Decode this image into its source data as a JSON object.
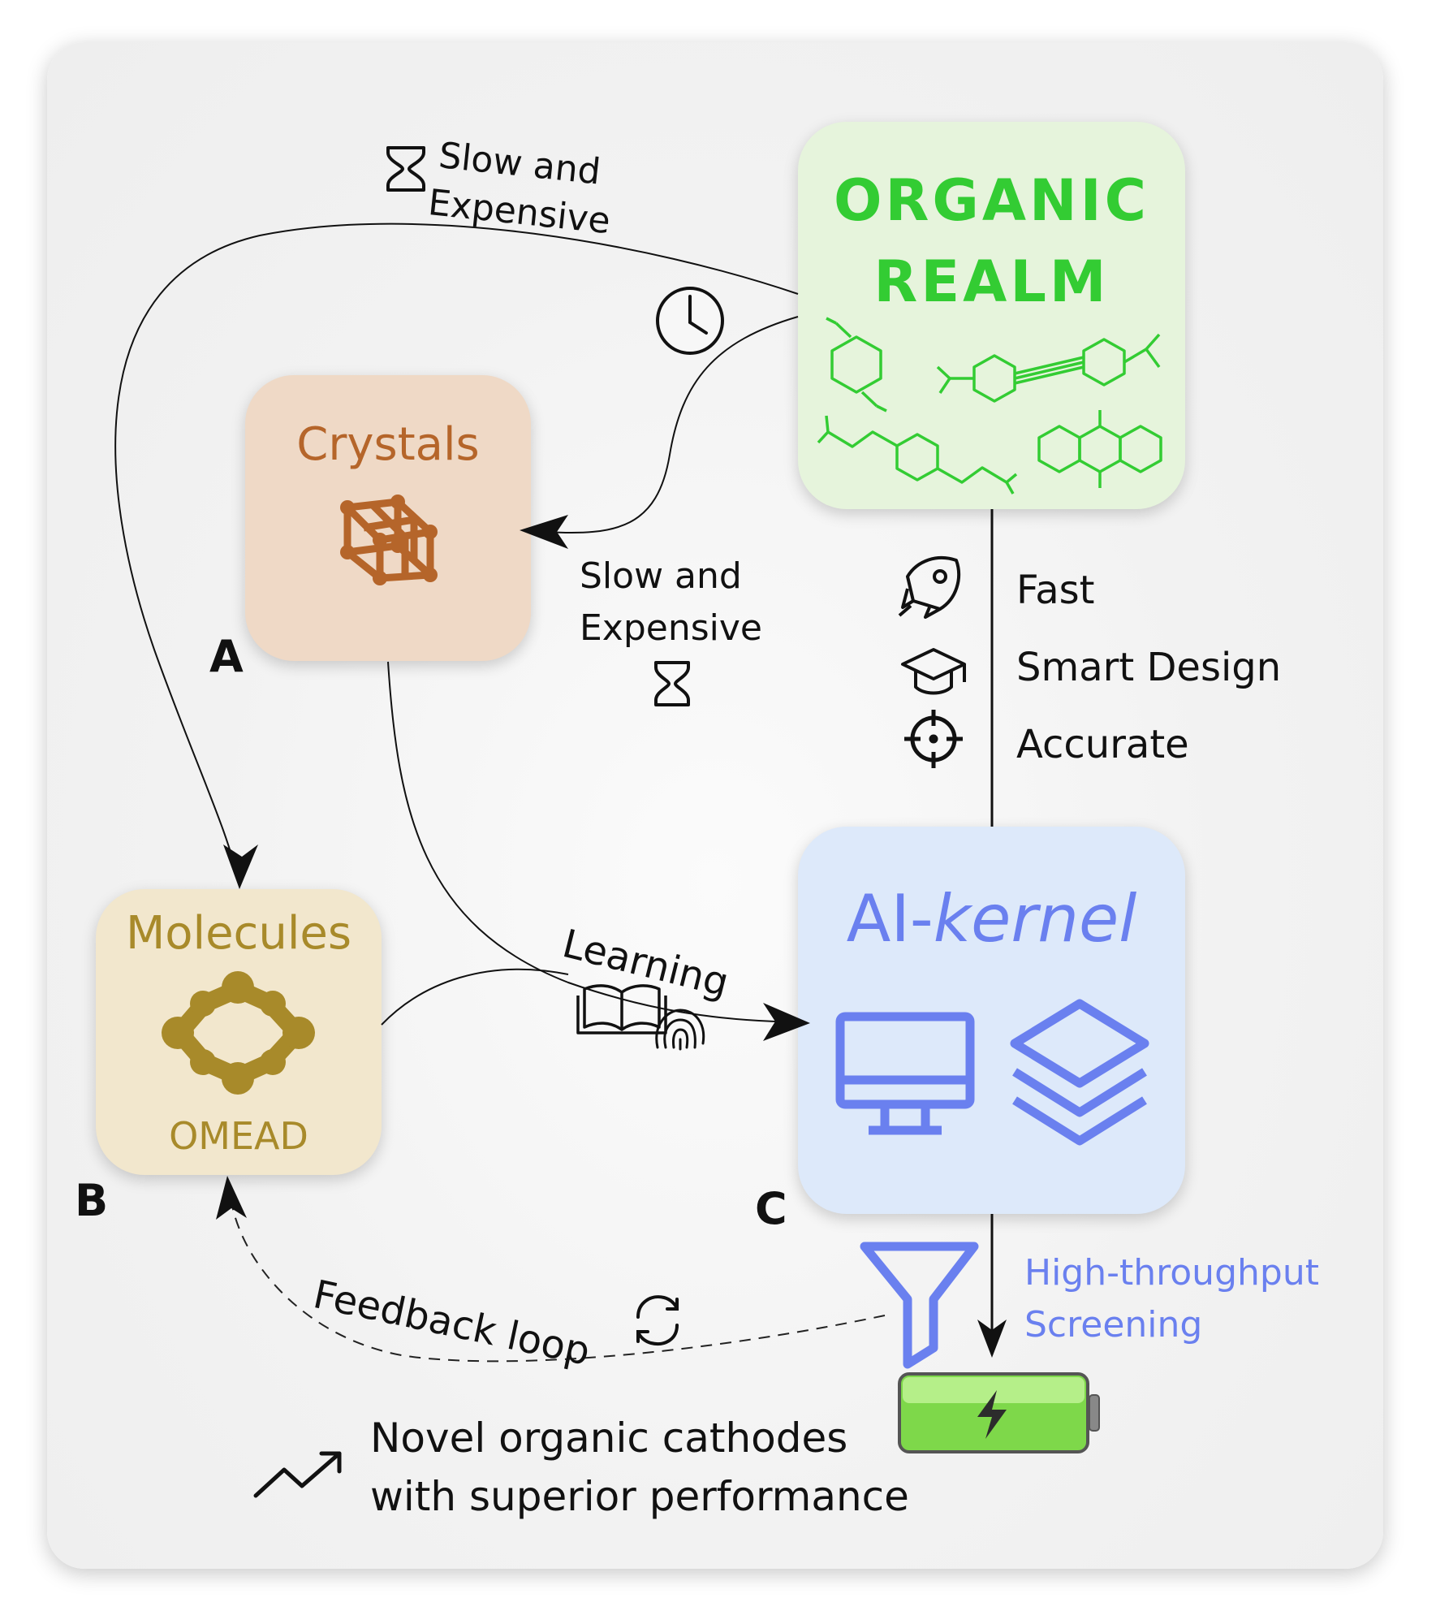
{
  "organic_realm": {
    "line1": "ORGANIC",
    "line2": "REALM"
  },
  "crystals": {
    "label": "Crystals",
    "tag": "A"
  },
  "molecules": {
    "label": "Molecules",
    "dataset": "OMEAD",
    "tag": "B"
  },
  "ai_kernel": {
    "prefix": "AI-",
    "italic": "kernel",
    "tag": "C"
  },
  "arrows": {
    "to_molecules": {
      "line1": "Slow and",
      "line2": "Expensive"
    },
    "to_crystals": {
      "line1": "Slow and",
      "line2": "Expensive"
    },
    "learning": "Learning",
    "feedback": "Feedback loop"
  },
  "features": [
    "Fast",
    "Smart Design",
    "Accurate"
  ],
  "screening": {
    "line1": "High-throughput",
    "line2": "Screening"
  },
  "outcome": {
    "line1": "Novel organic cathodes",
    "line2": "with superior performance"
  },
  "colors": {
    "organic_green": "#33cc33",
    "crystal_brown": "#b5652a",
    "molecule_gold": "#a88a2a",
    "ai_blue": "#6a80ef",
    "battery_green": "#7ed84a"
  },
  "icons": [
    "hourglass-icon",
    "clock-icon",
    "crystal-lattice-icon",
    "molecule-ring-icon",
    "rocket-icon",
    "graduation-cap-icon",
    "crosshair-icon",
    "book-icon",
    "fingerprint-icon",
    "monitor-icon",
    "layers-icon",
    "funnel-icon",
    "battery-icon",
    "refresh-icon",
    "trend-up-icon"
  ]
}
